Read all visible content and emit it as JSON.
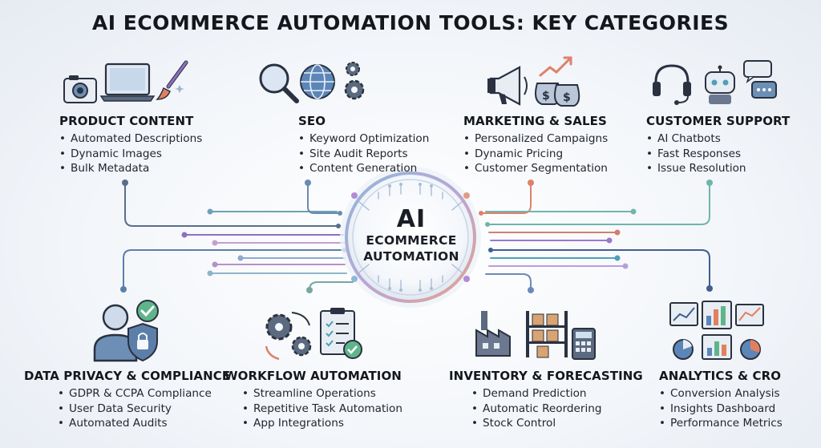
{
  "title": "AI ECOMMERCE AUTOMATION TOOLS: KEY CATEGORIES",
  "hub": {
    "line1": "AI",
    "line2": "ECOMMERCE",
    "line3": "AUTOMATION"
  },
  "categories": [
    {
      "key": "product-content",
      "title": "PRODUCT CONTENT",
      "items": [
        "Automated Descriptions",
        "Dynamic Images",
        "Bulk Metadata"
      ],
      "icons": [
        "camera-icon",
        "laptop-icon",
        "paintbrush-icon"
      ],
      "accent": "#5a6d8c"
    },
    {
      "key": "seo",
      "title": "SEO",
      "items": [
        "Keyword Optimization",
        "Site Audit Reports",
        "Content Generation"
      ],
      "icons": [
        "magnifier-icon",
        "globe-icon",
        "gears-icon"
      ],
      "accent": "#6a8ab0"
    },
    {
      "key": "marketing-sales",
      "title": "MARKETING & SALES",
      "items": [
        "Personalized Campaigns",
        "Dynamic Pricing",
        "Customer Segmentation"
      ],
      "icons": [
        "megaphone-icon",
        "money-bags-icon",
        "trend-arrow-icon"
      ],
      "accent": "#e0806a"
    },
    {
      "key": "customer-support",
      "title": "CUSTOMER SUPPORT",
      "items": [
        "AI Chatbots",
        "Fast Responses",
        "Issue Resolution"
      ],
      "icons": [
        "headset-icon",
        "robot-icon",
        "chat-bubbles-icon"
      ],
      "accent": "#6fb5ad"
    },
    {
      "key": "data-privacy",
      "title": "DATA PRIVACY & COMPLIANCE",
      "items": [
        "GDPR & CCPA Compliance",
        "User Data Security",
        "Automated Audits"
      ],
      "icons": [
        "user-icon",
        "shield-lock-icon",
        "check-badge-icon"
      ],
      "accent": "#5b7fa8"
    },
    {
      "key": "workflow-automation",
      "title": "WORKFLOW AUTOMATION",
      "items": [
        "Streamline Operations",
        "Repetitive Task Automation",
        "App Integrations"
      ],
      "icons": [
        "gears-cycle-icon",
        "checklist-icon"
      ],
      "accent": "#77a8a0"
    },
    {
      "key": "inventory-forecasting",
      "title": "INVENTORY & FORECASTING",
      "items": [
        "Demand Prediction",
        "Automatic Reordering",
        "Stock Control"
      ],
      "icons": [
        "factory-icon",
        "shelves-icon",
        "calculator-icon"
      ],
      "accent": "#6c8ab8"
    },
    {
      "key": "analytics-cro",
      "title": "ANALYTICS & CRO",
      "items": [
        "Conversion Analysis",
        "Insights Dashboard",
        "Performance Metrics"
      ],
      "icons": [
        "dashboard-charts-icon"
      ],
      "accent": "#3f5f8f"
    }
  ]
}
